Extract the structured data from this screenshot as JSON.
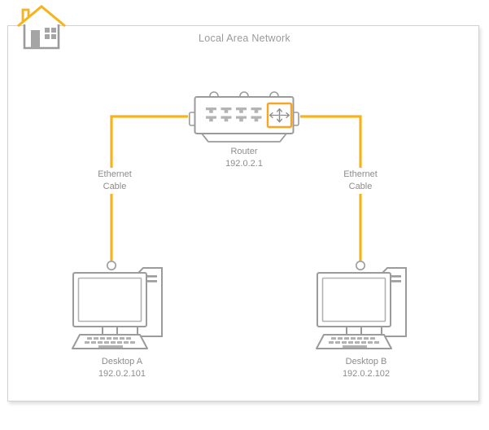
{
  "diagram": {
    "title": "Local Area Network",
    "colors": {
      "cable": "#f6b31c",
      "accent": "#f5a623",
      "stroke": "#9b9b9b",
      "text": "#8c8c8c",
      "frame": "#d2d2d2",
      "background": "#ffffff"
    },
    "house_icon_name": "house-icon"
  },
  "nodes": {
    "router": {
      "icon": "router-icon",
      "name": "Router",
      "ip": "192.0.2.1",
      "port_count": 8,
      "antenna_count": 3,
      "status_icon": "four-way-arrows-icon"
    },
    "desktop_a": {
      "icon": "desktop-computer-icon",
      "name": "Desktop A",
      "ip": "192.0.2.101"
    },
    "desktop_b": {
      "icon": "desktop-computer-icon",
      "name": "Desktop B",
      "ip": "192.0.2.102"
    }
  },
  "links": {
    "cable_a": {
      "label_line1": "Ethernet",
      "label_line2": "Cable",
      "from": "Router",
      "to": "Desktop A"
    },
    "cable_b": {
      "label_line1": "Ethernet",
      "label_line2": "Cable",
      "from": "Router",
      "to": "Desktop B"
    }
  }
}
